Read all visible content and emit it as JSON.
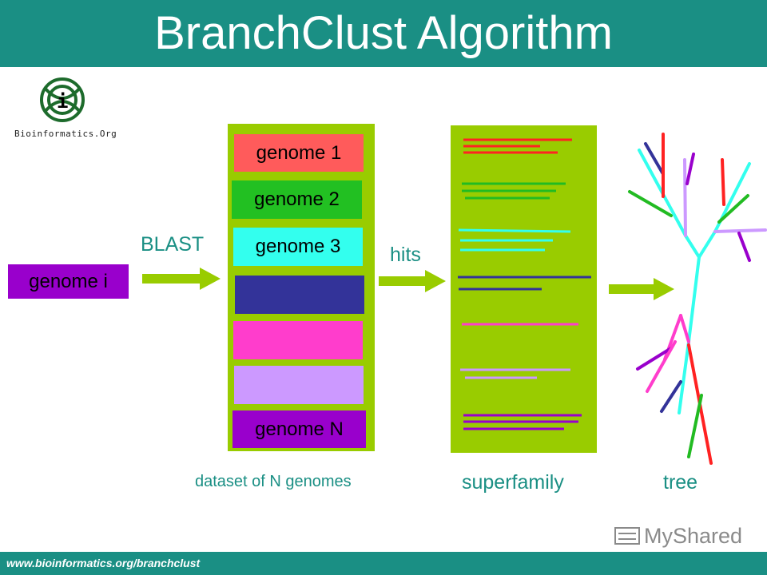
{
  "title": "BranchClust Algorithm",
  "footer_url": "www.bioinformatics.org/branchclust",
  "logo": {
    "text": "Bioinformatics.Org",
    "icon": "i-knot-icon"
  },
  "input": {
    "label": "genome i"
  },
  "steps": {
    "blast": "BLAST",
    "hits": "hits"
  },
  "dataset": {
    "genomes": [
      {
        "label": "genome 1",
        "color": "#ff5b5b"
      },
      {
        "label": "genome 2",
        "color": "#22c022"
      },
      {
        "label": "genome 3",
        "color": "#33ffee"
      },
      {
        "label": "",
        "color": "#333399"
      },
      {
        "label": "",
        "color": "#ff3dcc"
      },
      {
        "label": "",
        "color": "#cc99ff"
      },
      {
        "label": "genome N",
        "color": "#9900cc"
      }
    ],
    "caption": "dataset of N genomes"
  },
  "superfamily": {
    "caption": "superfamily"
  },
  "tree": {
    "caption": "tree"
  },
  "watermark": "MyShared",
  "colors": {
    "header": "#1a8f84",
    "panel": "#99cc00",
    "arrow": "#99cc00",
    "input_box": "#9900cc"
  }
}
